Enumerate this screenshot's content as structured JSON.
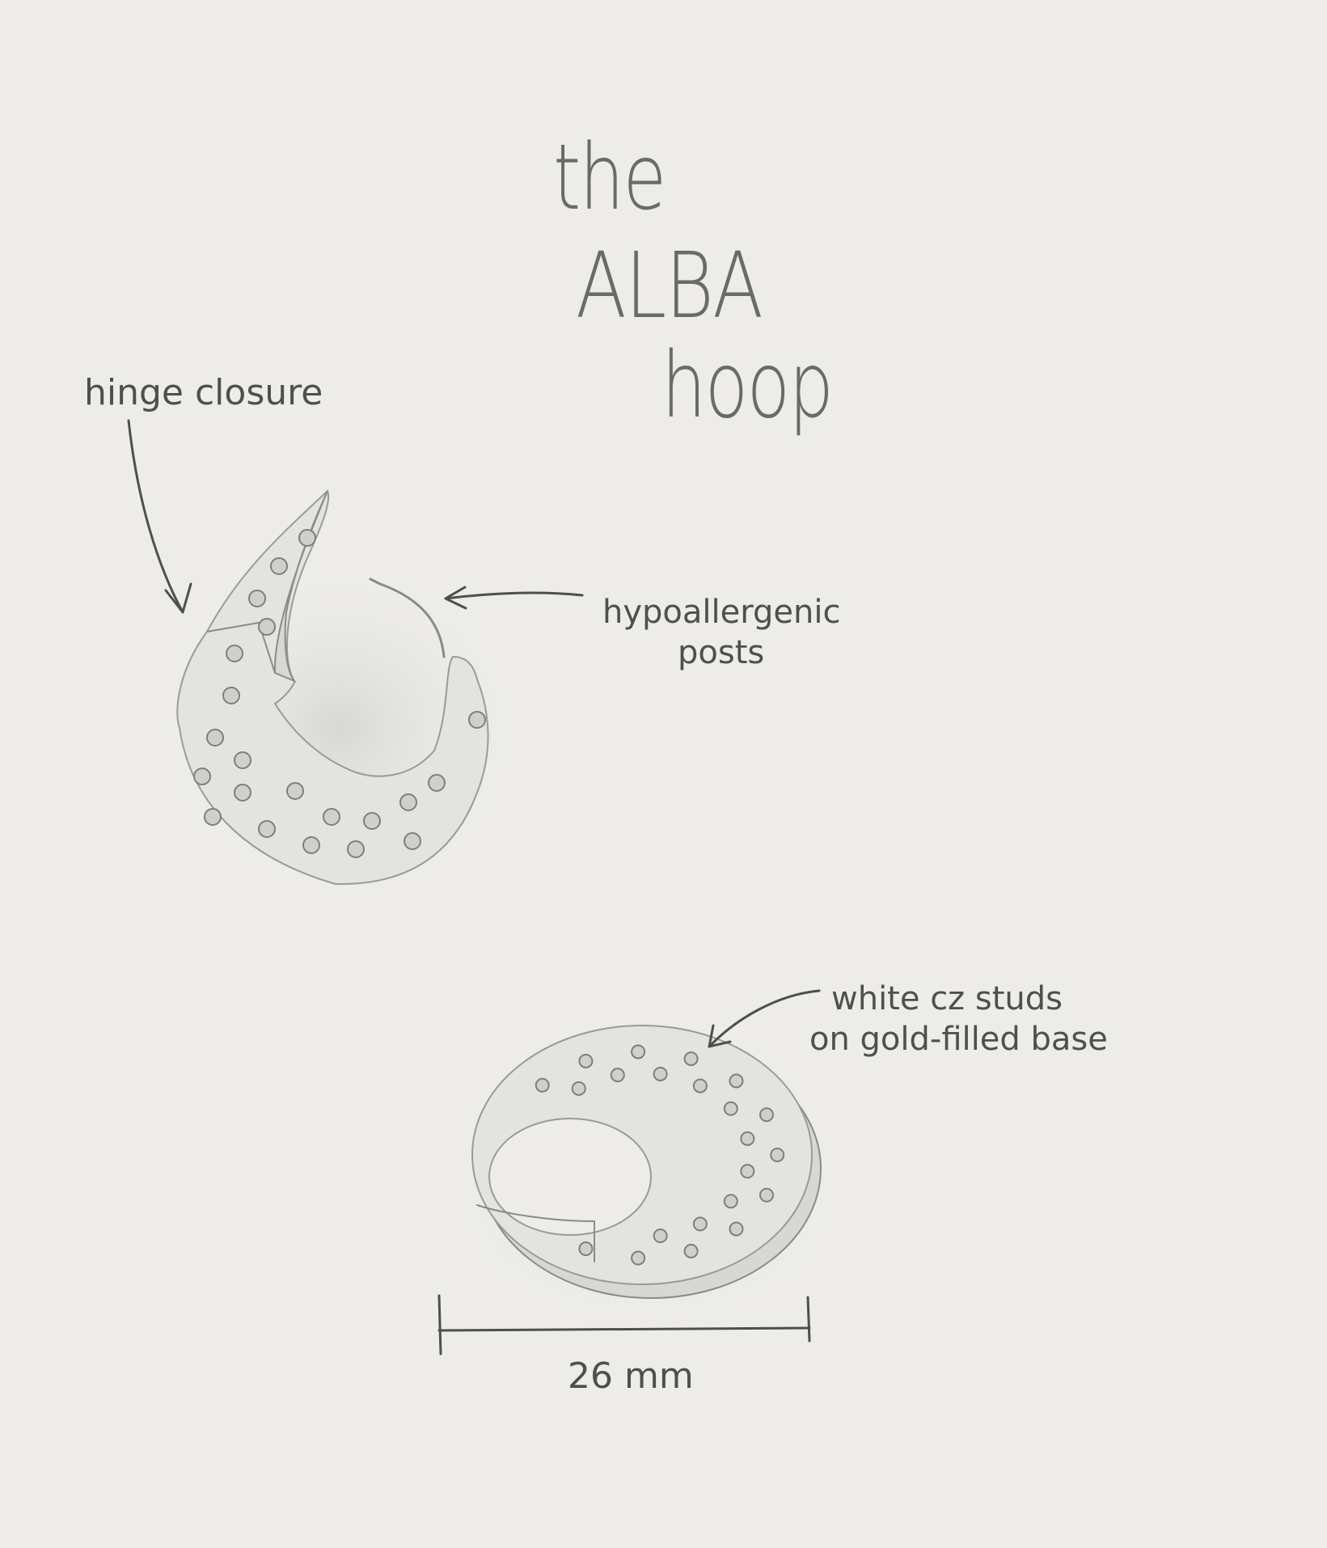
{
  "title": {
    "line1": "the",
    "line2": "ALBA",
    "line3": "hoop"
  },
  "annotations": {
    "hinge": "hinge closure",
    "posts_line1": "hypoallergenic",
    "posts_line2": "posts",
    "studs_line1": "white cz studs",
    "studs_line2": "on gold-filled base"
  },
  "dimension": {
    "label": "26 mm",
    "value_mm": 26
  },
  "colors": {
    "background": "#edece8",
    "ink": "#4e4e4c",
    "pencil": "#9a9a96"
  }
}
